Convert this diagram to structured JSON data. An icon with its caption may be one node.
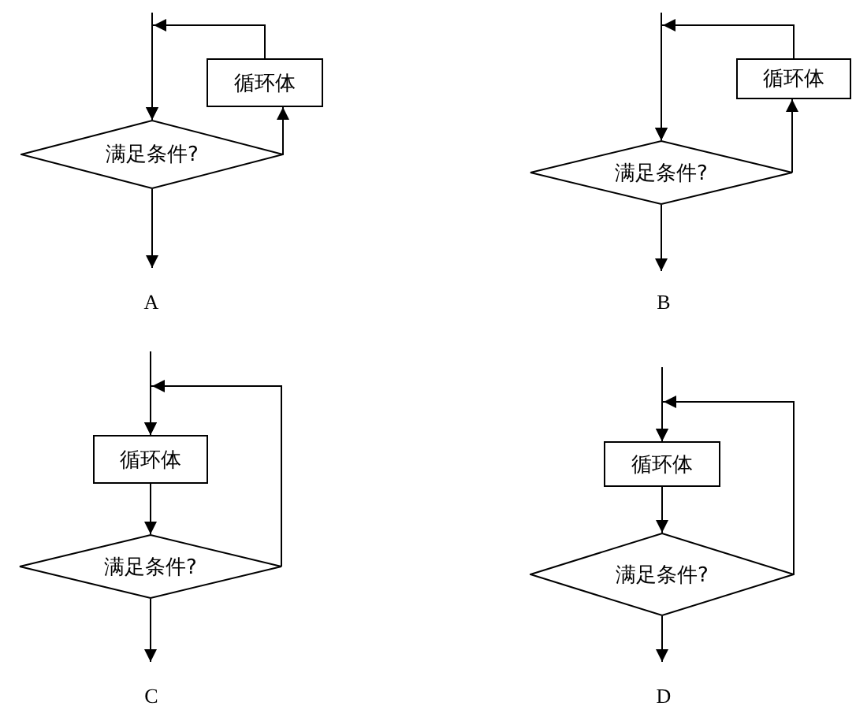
{
  "diagram": {
    "nodes": [
      {
        "text": [
          "循环体"
        ]
      },
      {
        "text": [
          "满足条件?"
        ]
      },
      {
        "text": [
          "循环体"
        ]
      },
      {
        "text": [
          "满足条件?"
        ]
      },
      {
        "text": [
          "循环体"
        ]
      },
      {
        "text": [
          "满足条件?"
        ]
      },
      {
        "text": [
          "循环体"
        ]
      },
      {
        "text": [
          "满足条件?"
        ]
      },
      {
        "text": [
          "A"
        ]
      },
      {
        "text": [
          "B"
        ]
      },
      {
        "text": [
          "C"
        ]
      },
      {
        "text": [
          "D"
        ]
      }
    ],
    "edges": [
      {
        "from": null,
        "to": 1,
        "arrow": "to"
      },
      {
        "from": 1,
        "to": 0,
        "arrow": "to"
      },
      {
        "from": 0,
        "to": 1,
        "arrow": "to"
      },
      {
        "from": 1,
        "to": 8,
        "arrow": "to"
      },
      {
        "from": null,
        "to": 3,
        "arrow": "to"
      },
      {
        "from": 3,
        "to": 2,
        "arrow": "to"
      },
      {
        "from": 2,
        "to": 3,
        "arrow": "to"
      },
      {
        "from": 3,
        "to": 9,
        "arrow": "to"
      },
      {
        "from": null,
        "to": 4,
        "arrow": "to"
      },
      {
        "from": 4,
        "to": 5,
        "arrow": "to"
      },
      {
        "from": 5,
        "to": 4,
        "arrow": "to"
      },
      {
        "from": 5,
        "to": 10,
        "arrow": "to"
      },
      {
        "from": null,
        "to": 6,
        "arrow": "to"
      },
      {
        "from": 6,
        "to": 7,
        "arrow": "to"
      },
      {
        "from": 7,
        "to": 6,
        "arrow": "to"
      },
      {
        "from": 7,
        "to": 11,
        "arrow": "to"
      }
    ]
  }
}
